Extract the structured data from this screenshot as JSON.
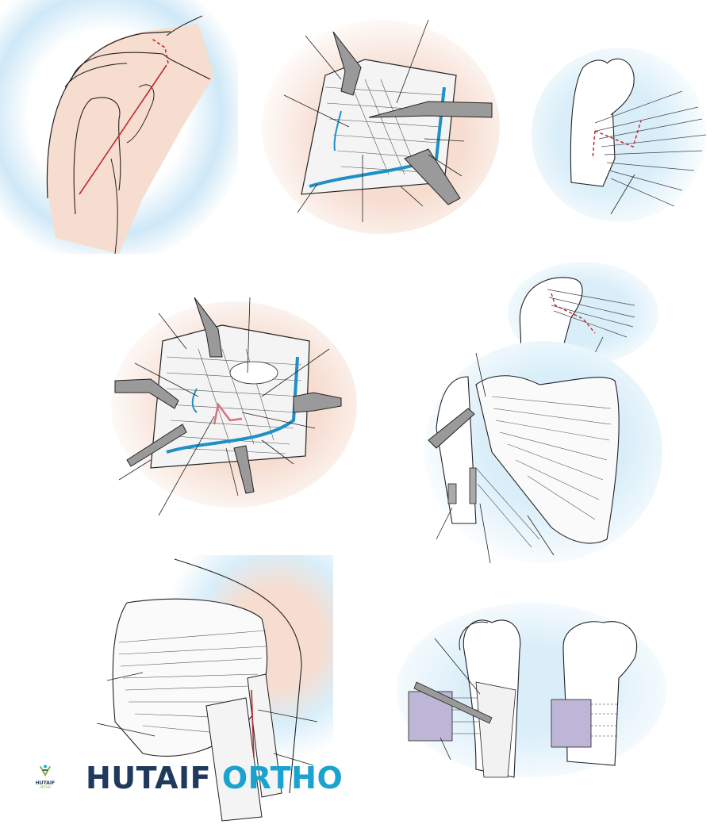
{
  "figure": {
    "type": "surgical-anatomy-plate",
    "panels": [
      {
        "id": "A",
        "subject": "shoulder anterior skin incision",
        "incision_color": "#c0282d"
      },
      {
        "id": "B",
        "subject": "deltopectoral approach exposure with retractors",
        "vessel_color": "#1e90c8"
      },
      {
        "id": "C",
        "subject": "proximal humerus with tendon release outline",
        "incision_color": "#c0282d"
      },
      {
        "id": "D",
        "subject": "deep exposure with retractors, vessels and artery",
        "vessel_color": "#1e90c8",
        "artery_color": "#d9707a"
      },
      {
        "id": "E",
        "subject": "humeral head with tendon split line",
        "incision_color": "#c0282d"
      },
      {
        "id": "F",
        "subject": "posterior scapula muscles with scalpel release"
      },
      {
        "id": "G",
        "subject": "posterior shoulder muscles with incision line",
        "incision_color": "#c0282d"
      },
      {
        "id": "H",
        "subject": "tendon transfer fixation to humerus (two views)",
        "graft_color": "#bdb6d6"
      }
    ]
  },
  "watermark": {
    "logo_text": "HUTAIF",
    "logo_subtext": "ORTHO",
    "brand_part1": "HUTAIF",
    "brand_part2": "ORTHO",
    "color_part1": "#1f3a5c",
    "color_part2": "#1aa3cf"
  },
  "colors": {
    "skin": "#f6ddd0",
    "background_glow": "#cfe8f7",
    "line": "#222222",
    "retractor": "#9a9a9a",
    "incision": "#c0282d",
    "vessel": "#1e90c8"
  }
}
